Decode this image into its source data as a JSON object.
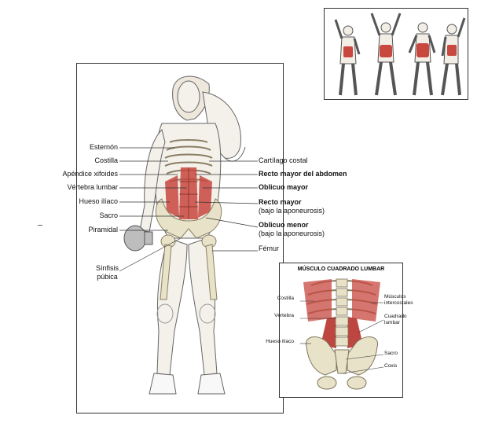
{
  "main_labels_left": {
    "esternon": "Esternón",
    "costilla": "Costilla",
    "apendice": "Apéndice xifoides",
    "vertebra": "Vértebra lumbar",
    "hueso": "Hueso ilíaco",
    "sacro": "Sacro",
    "piramidal": "Piramidal",
    "sinfisis_1": "Sínfisis",
    "sinfisis_2": "púbica"
  },
  "main_labels_right": {
    "cartilago": "Cartílago costal",
    "recto_abdomen": "Recto mayor del abdomen",
    "oblicuo_mayor": "Oblicuo mayor",
    "recto_mayor": "Recto mayor",
    "recto_mayor_sub": "(bajo la aponeurosis)",
    "oblicuo_menor": "Oblicuo menor",
    "oblicuo_menor_sub": "(bajo la aponeurosis)",
    "femur": "Fémur"
  },
  "lumbar_inset": {
    "title": "MÚSCULO CUADRADO LUMBAR",
    "costilla": "Costilla",
    "vertebra": "Vértebra",
    "hueso": "Hueso ilíaco",
    "musculos_1": "Músculos",
    "musculos_2": "intercostales",
    "cuadrado_1": "Cuadrado",
    "cuadrado_2": "lumbar",
    "sacro": "Sacro",
    "coxis": "Coxis"
  },
  "colors": {
    "muscle": "#c8473f",
    "bone": "#e8e2c8",
    "skin": "#f4f1ea",
    "line": "#333333"
  }
}
